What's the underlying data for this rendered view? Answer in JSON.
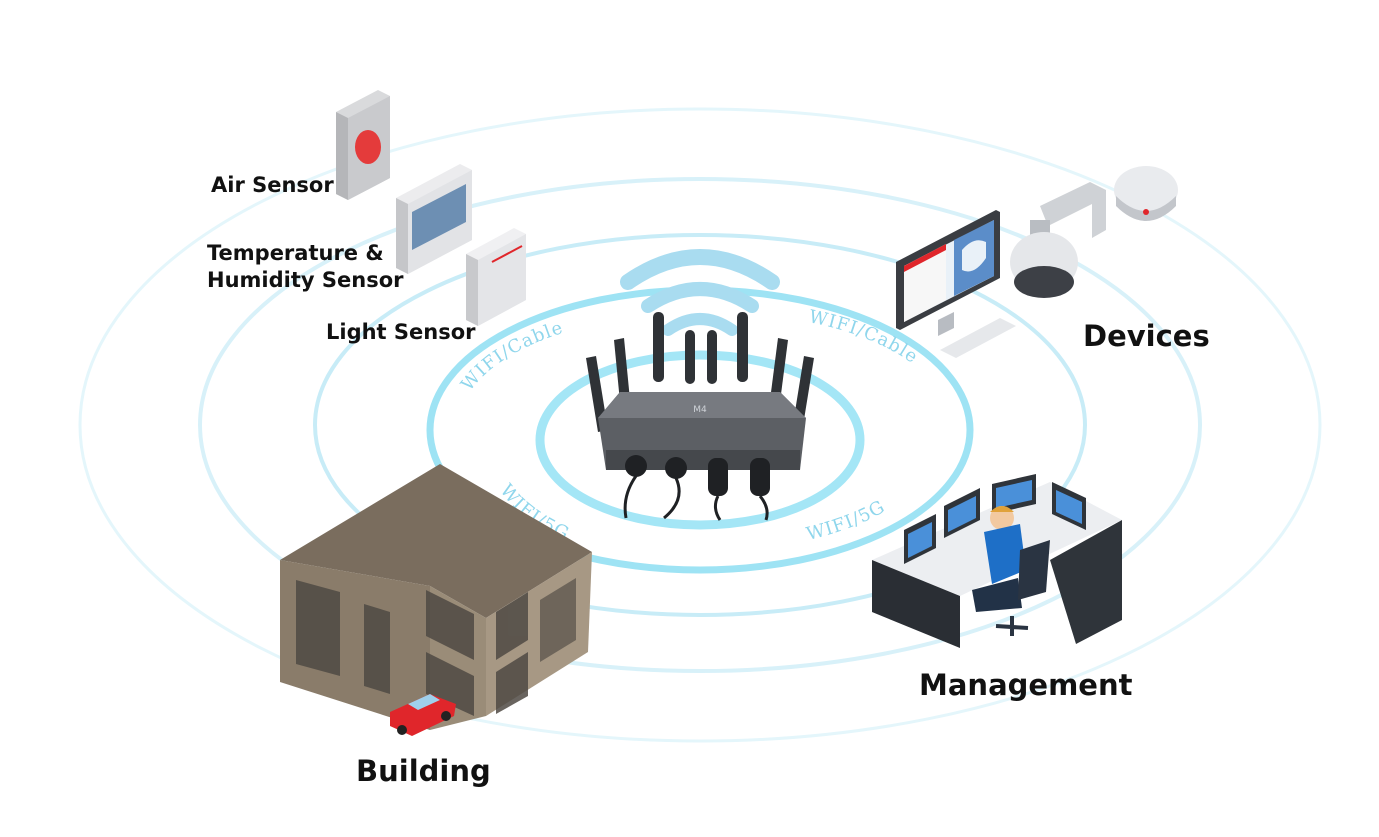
{
  "labels": {
    "air_sensor": "Air Sensor",
    "temp_humidity_sensor_line1": "Temperature &",
    "temp_humidity_sensor_line2": "Humidity Sensor",
    "light_sensor": "Light Sensor",
    "devices": "Devices",
    "management": "Management",
    "building": "Building"
  },
  "connections": {
    "top_left": "WIFI/Cable",
    "top_right": "WIFI/Cable",
    "bottom_left": "WIFI/5G",
    "bottom_right": "WIFI/5G"
  },
  "colors": {
    "ring_outer": "#dff4fb",
    "ring_inner": "#9ee3f4",
    "wifi_signal": "#9fd9ef",
    "router_body": "#5c5f64",
    "building_wall": "#8a7c6a",
    "car": "#e0262b",
    "workstation_person": "#1e6fc7"
  },
  "icons": [
    "router-icon",
    "wifi-signal-icon",
    "air-sensor-icon",
    "temperature-humidity-sensor-icon",
    "light-sensor-icon",
    "computer-monitor-icon",
    "security-camera-icon",
    "building-icon",
    "car-icon",
    "workstation-icon"
  ]
}
